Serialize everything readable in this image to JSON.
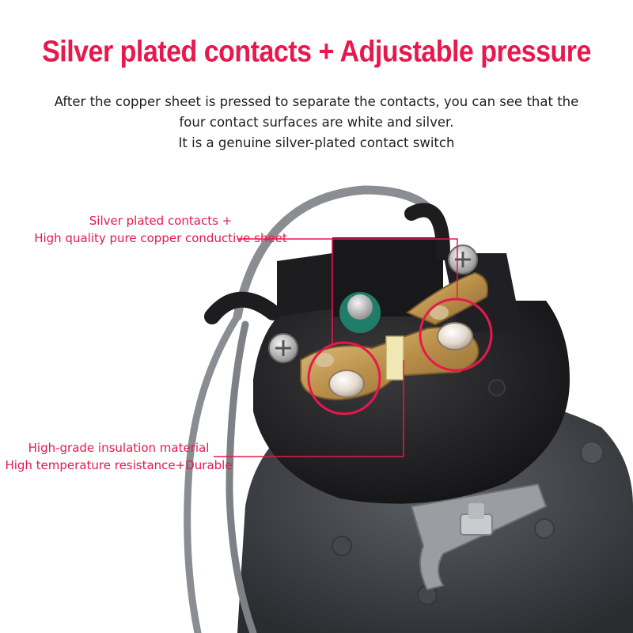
{
  "headline": "Silver plated contacts + Adjustable pressure",
  "description": [
    "After the copper sheet is pressed to separate the contacts, you can see that the",
    "four contact surfaces are white and silver.",
    "It is a genuine silver-plated contact switch"
  ],
  "callouts": {
    "top": {
      "line1": "Silver plated contacts +",
      "line2": "High quality pure copper conductive sheet"
    },
    "bottom": {
      "line1": "High-grade insulation material",
      "line2": "High temperature resistance+Durable"
    }
  },
  "colors": {
    "accent": "#e8184c",
    "body_text": "#1e1e1e",
    "switch_housing": "#1a1a1a",
    "cable": "#8a8d91",
    "copper_plate": "#c9a15a",
    "silver_contact": "#e4dcd2"
  }
}
